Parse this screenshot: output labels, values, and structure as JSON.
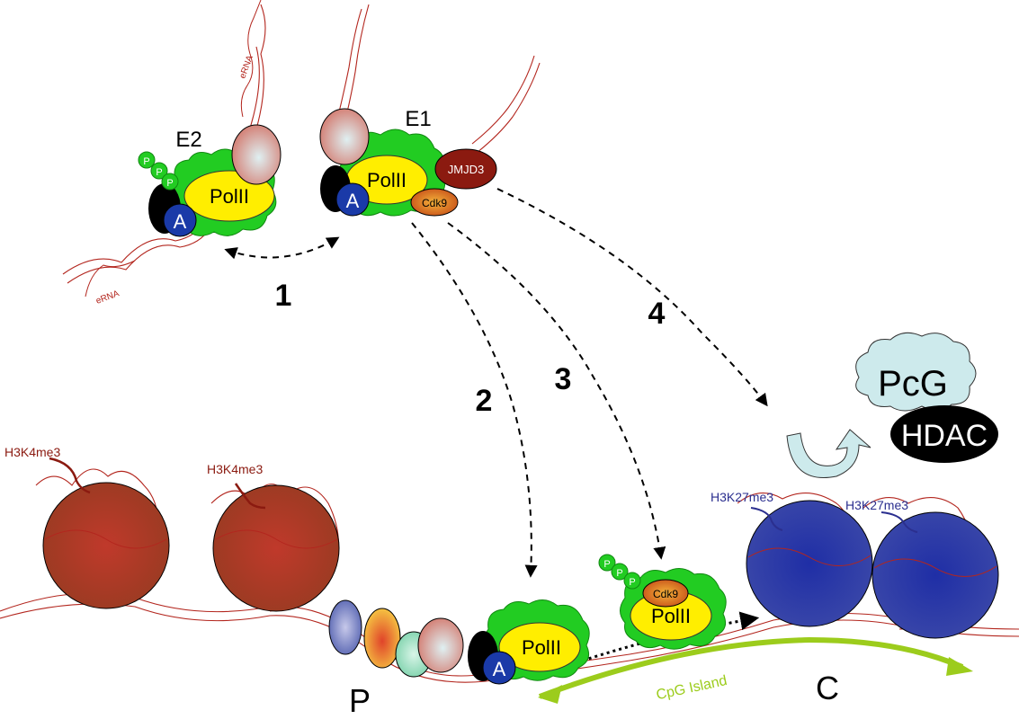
{
  "labels": {
    "e2": "E2",
    "e1": "E1",
    "erna_top": "eRNA",
    "erna_bottom": "eRNA",
    "polii": "PolII",
    "activator": "A",
    "phospho": "P",
    "jmjd3": "JMJD3",
    "cdk9": "Cdk9",
    "step1": "1",
    "step2": "2",
    "step3": "3",
    "step4": "4",
    "pcg": "PcG",
    "hdac": "HDAC",
    "h3k4me3": "H3K4me3",
    "h3k27me3": "H3K27me3",
    "promoter": "P",
    "cpg": "CpG Island",
    "coding": "C"
  },
  "colors": {
    "dna": "#b3261e",
    "pol": "#ffee00",
    "cloud": "#22cc22",
    "activator": "#1a3aa8",
    "jmjd3": "#8b1a10",
    "cdk9": "#e87a1c",
    "nuc_active": "#a53020",
    "nuc_repressed": "#26339a",
    "pcg": "#cdeaec",
    "cpg": "#9ccc1c",
    "h3k27": "#2b2f8f"
  }
}
